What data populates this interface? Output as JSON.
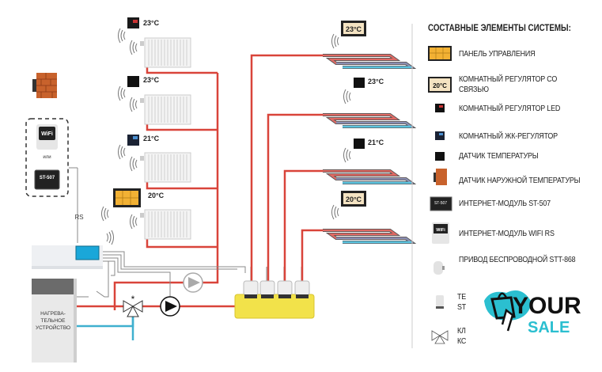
{
  "diagram": {
    "left_thermostats": [
      "23°C",
      "23°C",
      "21°C",
      "20°C"
    ],
    "right_thermostats": [
      "23°C",
      "23°C",
      "21°C",
      "20°C"
    ],
    "wifi_label": "WiFi",
    "or_label": "или",
    "st507_label": "ST-507",
    "rs_label": "RS",
    "boiler_label": [
      "НАГРЕВА-",
      "ТЕЛЬНОЕ",
      "УСТРОЙСТВО"
    ],
    "colors": {
      "supply": "#d9443a",
      "return": "#3fb0cf",
      "manifold": "#f2e24a",
      "panel": "#f2b134",
      "controller_accent": "#1aa7d9"
    }
  },
  "legend": {
    "title": "СОСТАВНЫЕ ЭЛЕМЕНТЫ СИСТЕМЫ:",
    "items": [
      {
        "icon": "control-panel-icon",
        "label": "ПАНЕЛЬ УПРАВЛЕНИЯ"
      },
      {
        "icon": "room-regulator-comm-icon",
        "label": "КОМНАТНЫЙ РЕГУЛЯТОР СО СВЯЗЬЮ",
        "icon_text": "20°C"
      },
      {
        "icon": "led-regulator-icon",
        "label": "КОМНАТНЫЙ РЕГУЛЯТОР LED"
      },
      {
        "icon": "lcd-regulator-icon",
        "label": "КОМНАТНЫЙ ЖК-РЕГУЛЯТОР"
      },
      {
        "icon": "temperature-sensor-icon",
        "label": "ДАТЧИК ТЕМПЕРАТУРЫ"
      },
      {
        "icon": "outdoor-sensor-icon",
        "label": "ДАТЧИК НАРУЖНОЙ ТЕМПЕРАТУРЫ"
      },
      {
        "icon": "st507-module-icon",
        "label": "ИНТЕРНЕТ-МОДУЛЬ ST-507",
        "icon_text": "ST-507"
      },
      {
        "icon": "wifi-module-icon",
        "label": "ИНТЕРНЕТ-МОДУЛЬ WIFI RS",
        "icon_text": "WiFi"
      },
      {
        "icon": "wireless-actuator-icon",
        "label": "ПРИВОД БЕСПРОВОДНОЙ STT-868"
      },
      {
        "icon": "thermo-actuator-icon",
        "label": "ТЕ\nST"
      },
      {
        "icon": "valve-icon",
        "label": "КЛ\nКС"
      }
    ]
  },
  "watermark": {
    "line1": "YOUR",
    "line2": "SALE"
  }
}
